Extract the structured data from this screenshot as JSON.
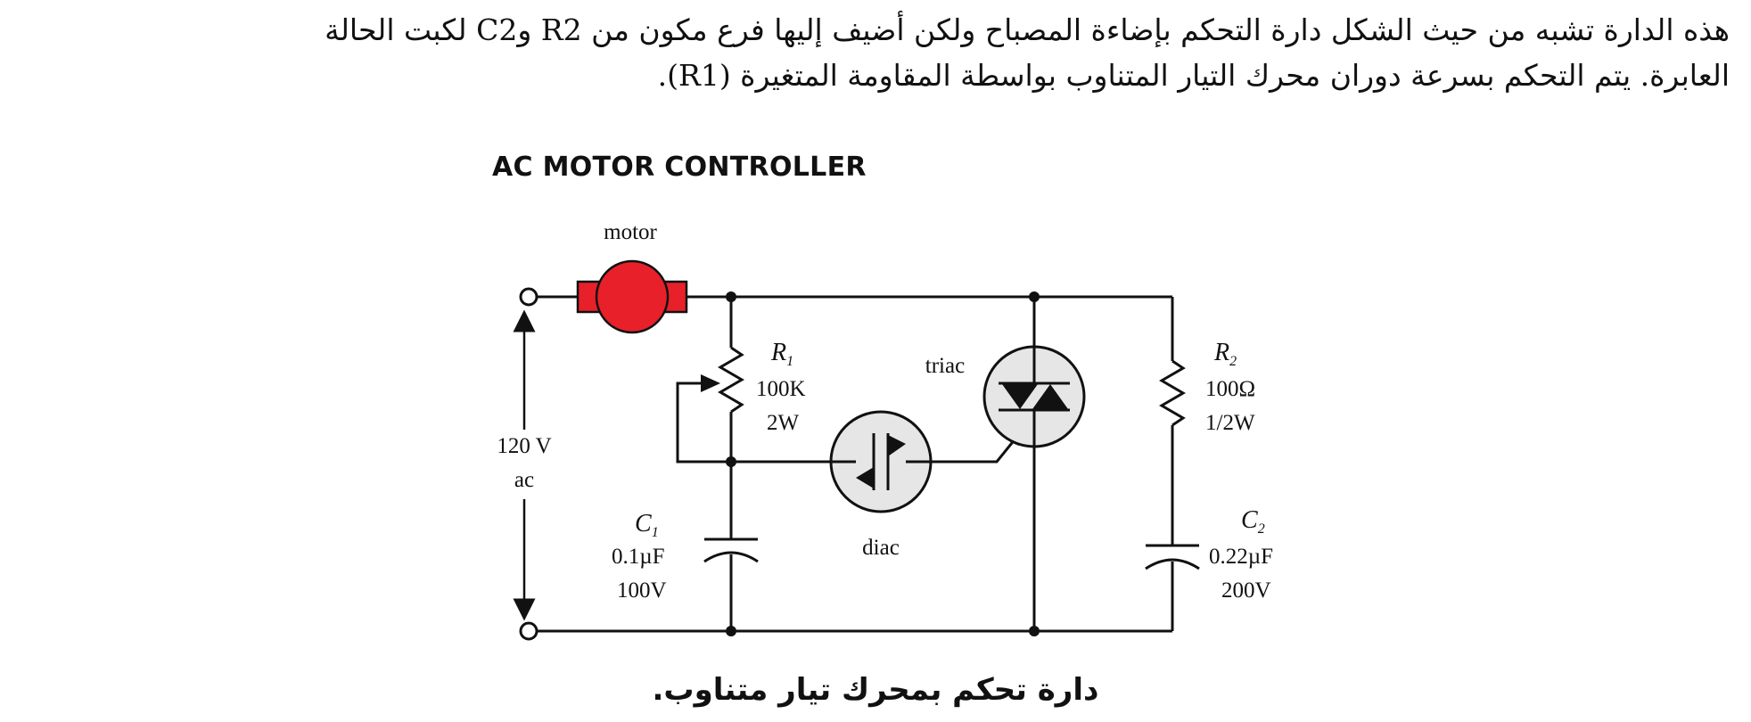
{
  "intro": {
    "line1": "هذه الدارة تشبه من حيث الشكل دارة التحكم بإضاءة المصباح ولكن أضيف إليها فرع مكون من R2 وC2 لكبت الحالة",
    "line2": "العابرة. يتم التحكم بسرعة دوران محرك التيار المتناوب بواسطة المقاومة المتغيرة (R1)."
  },
  "diagram": {
    "title": "AC MOTOR CONTROLLER",
    "motor_label": "motor",
    "supply": {
      "voltage": "120 V",
      "type": "ac"
    },
    "r1": {
      "name": "R",
      "sub": "1",
      "value": "100K",
      "rating": "2W"
    },
    "r2": {
      "name": "R",
      "sub": "2",
      "value": "100Ω",
      "rating": "1/2W"
    },
    "c1": {
      "name": "C",
      "sub": "1",
      "value": "0.1µF",
      "rating": "100V"
    },
    "c2": {
      "name": "C",
      "sub": "2",
      "value": "0.22µF",
      "rating": "200V"
    },
    "diac_label": "diac",
    "triac_label": "triac",
    "colors": {
      "motor": "#e8202a",
      "wire": "#111111",
      "device_fill": "#e6e6e6"
    }
  },
  "caption": "دارة تحكم بمحرك تيار متناوب."
}
